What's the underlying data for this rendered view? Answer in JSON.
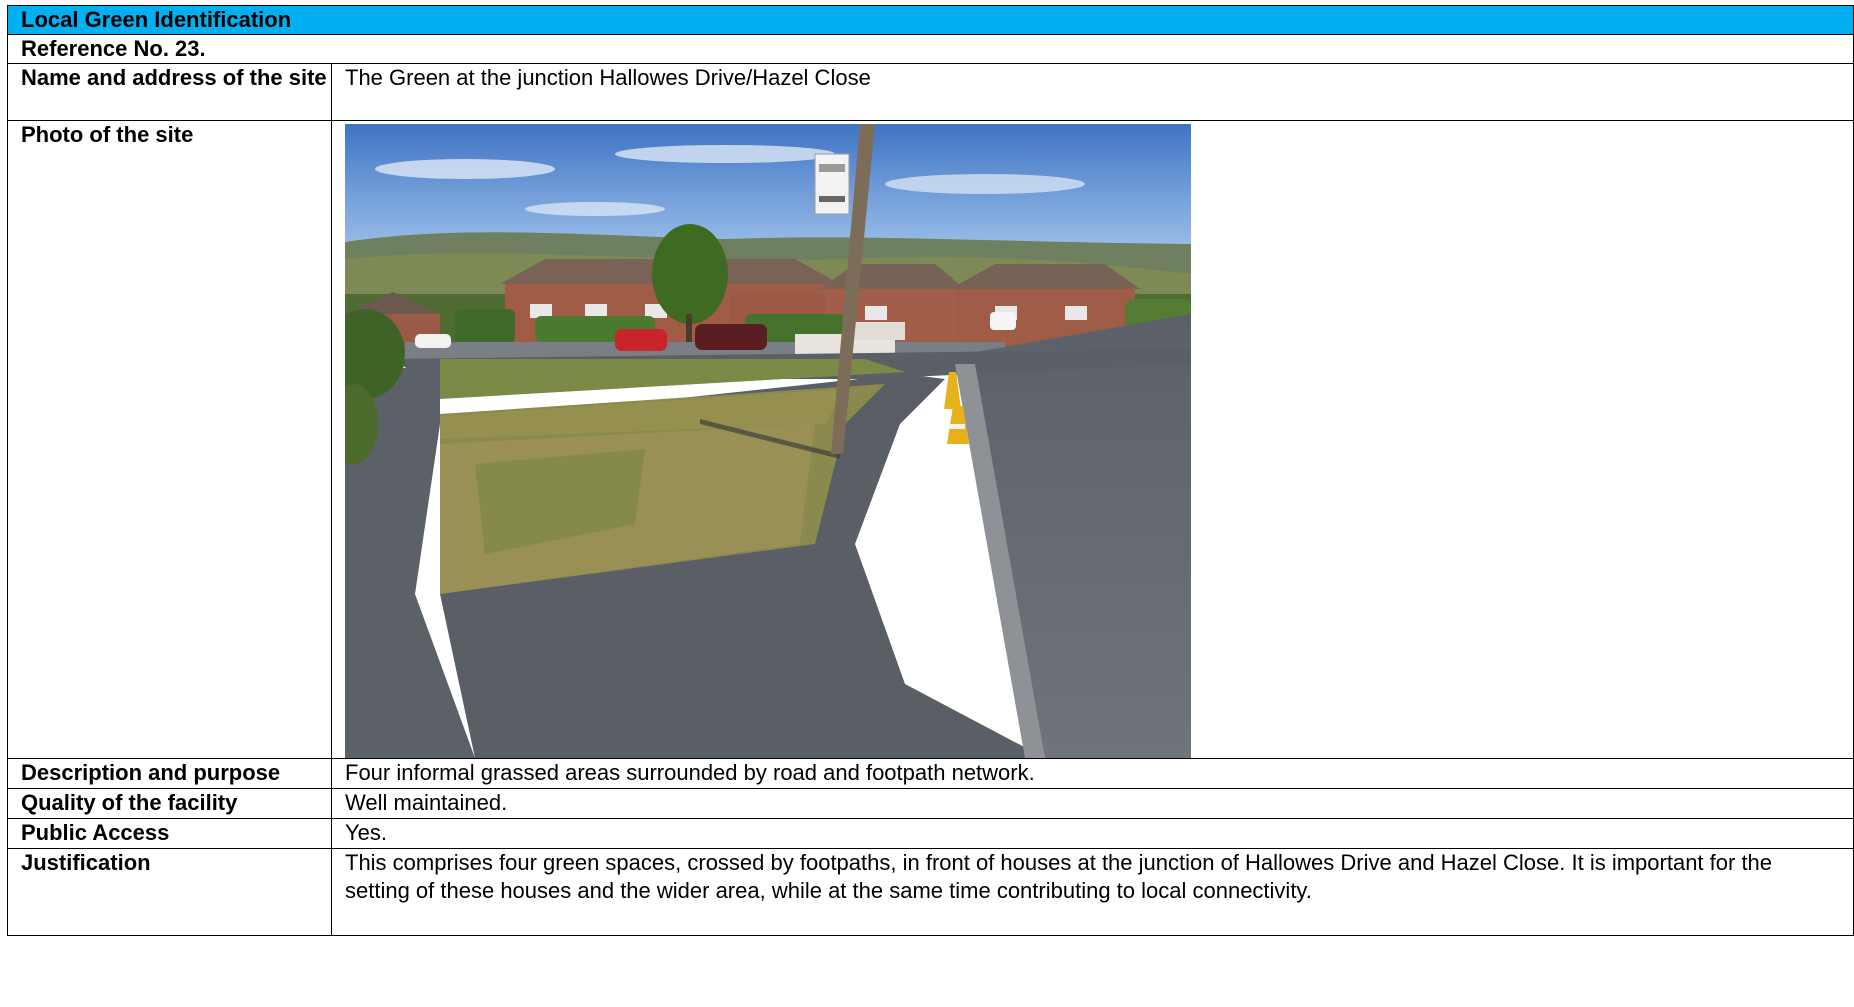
{
  "document": {
    "title": "Local Green Identification",
    "reference": "Reference No. 23.",
    "rows": {
      "name": {
        "label": "Name and address of the site",
        "value": "The Green at the junction Hallowes Drive/Hazel Close"
      },
      "photo": {
        "label": "Photo of the site"
      },
      "description": {
        "label": "Description and purpose",
        "value": "Four informal grassed areas surrounded by road and footpath network."
      },
      "quality": {
        "label": "Quality of the facility",
        "value": "Well maintained."
      },
      "access": {
        "label": "Public Access",
        "value": "Yes."
      },
      "justification": {
        "label": "Justification",
        "value": "This comprises four green spaces, crossed by footpaths, in front of houses at the junction of Hallowes Drive and Hazel Close.   It is important for the setting of these houses and the wider area, while at the same time contributing to local connectivity."
      }
    }
  },
  "colors": {
    "header_bg": "#00b0f0",
    "border": "#000000"
  }
}
